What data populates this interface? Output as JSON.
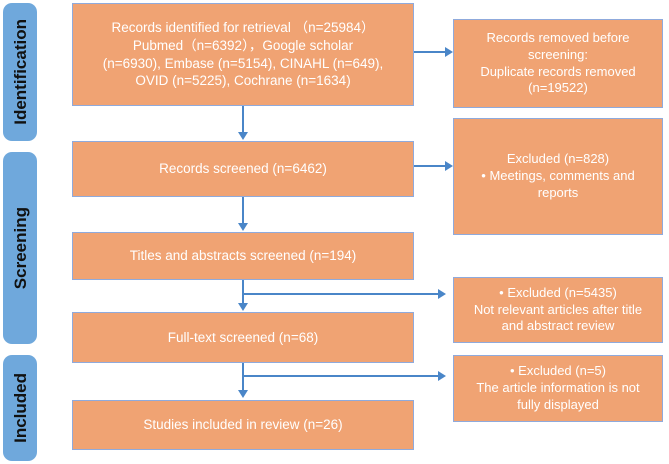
{
  "diagram": {
    "title": "PRISMA study selection flow diagram",
    "colors": {
      "box_fill": "#F0A373",
      "box_border": "#8FAADC",
      "band_fill": "#6FA8DC",
      "connector": "#4A86C8",
      "box_text": "#FFFFFF",
      "band_text": "#111111",
      "background": "#FFFFFF"
    },
    "stages": [
      {
        "id": "identification",
        "label": "Identification"
      },
      {
        "id": "screening",
        "label": "Screening"
      },
      {
        "id": "included",
        "label": "Included"
      }
    ],
    "main_boxes": [
      {
        "id": "records-identified",
        "text": "Records identified for retrieval （n=25984）\nPubmed（n=6392），Google scholar\n(n=6930), Embase (n=5154), CINAHL (n=649),\nOVID (n=5225), Cochrane (n=1634)"
      },
      {
        "id": "records-screened",
        "text": "Records screened (n=6462)"
      },
      {
        "id": "titles-abstracts-screened",
        "text": "Titles and abstracts screened (n=194)"
      },
      {
        "id": "full-text-screened",
        "text": "Full-text screened (n=68)"
      },
      {
        "id": "studies-included",
        "text": "Studies included in review  (n=26)"
      }
    ],
    "exclusion_boxes": [
      {
        "id": "records-removed-before-screening",
        "text": "Records removed  before\nscreening:\nDuplicate records removed\n(n=19522)"
      },
      {
        "id": "excluded-828",
        "text": "Excluded (n=828)\n•    Meetings, comments and\nreports"
      },
      {
        "id": "excluded-5435",
        "text": "•    Excluded (n=5435)\nNot relevant articles after title\nand abstract review"
      },
      {
        "id": "excluded-5",
        "text": "•    Excluded (n=5)\nThe article information is not\nfully displayed"
      }
    ]
  }
}
